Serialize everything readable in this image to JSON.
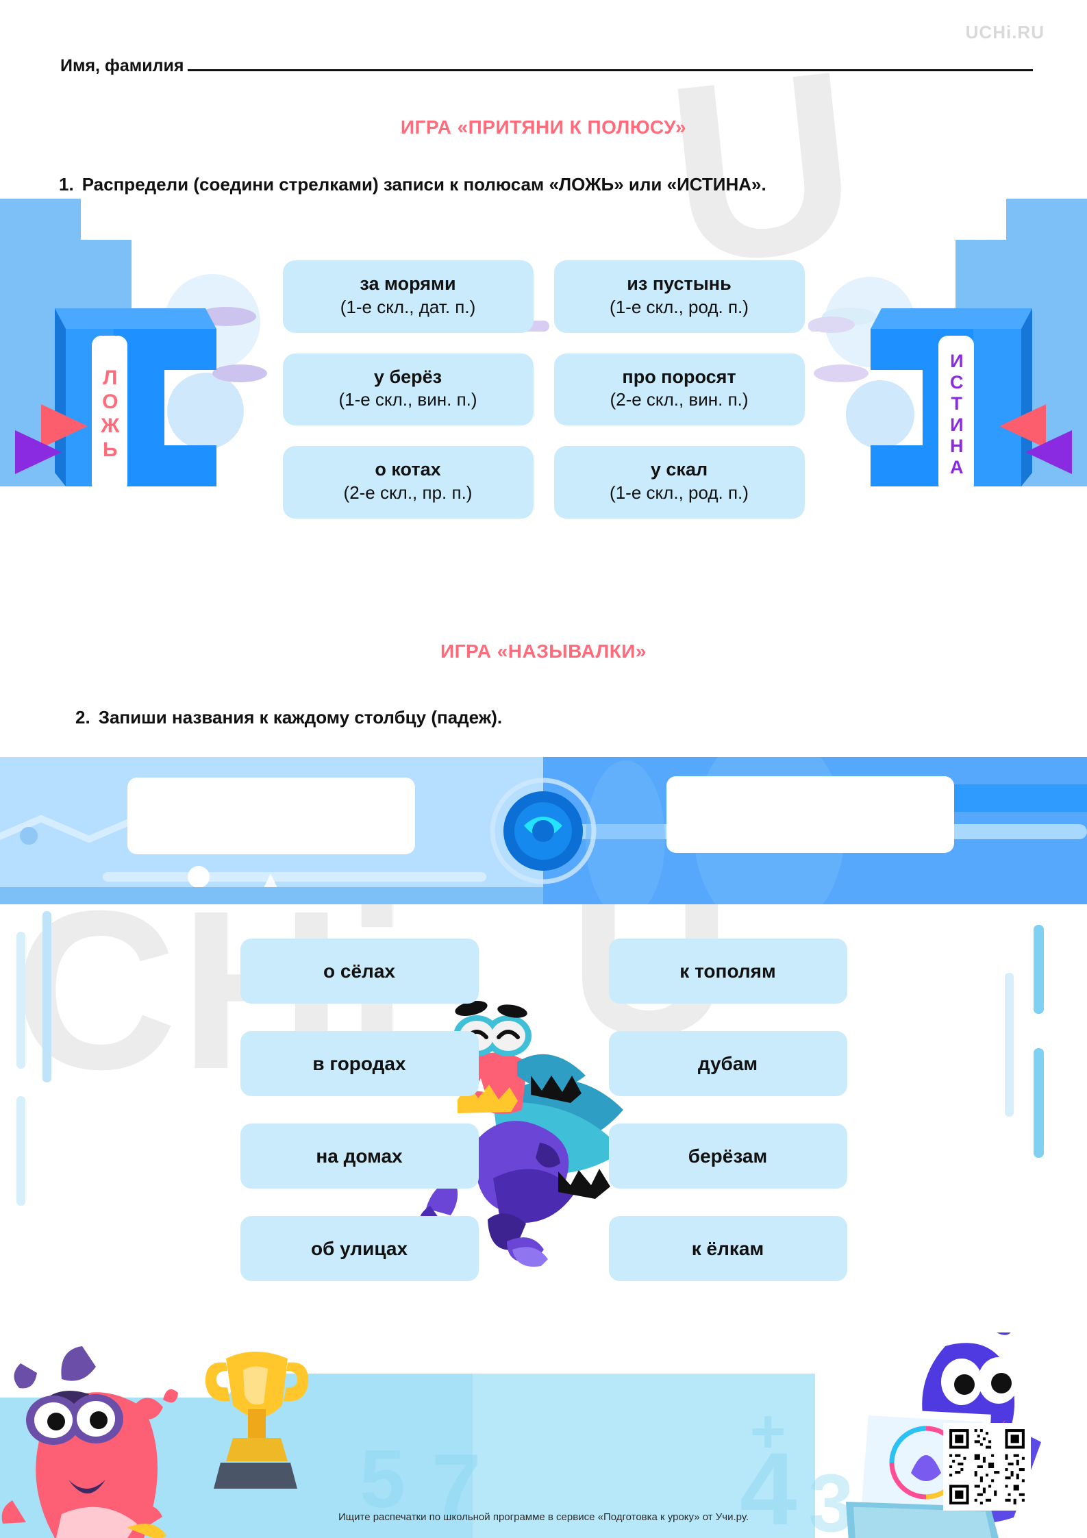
{
  "brand": {
    "logo": "UCHi.RU"
  },
  "header": {
    "name_label": "Имя, фамилия"
  },
  "game1": {
    "title": "ИГРА «ПРИТЯНИ К ПОЛЮСУ»",
    "task_number": "1.",
    "task_text": "Распредели (соедини стрелками) записи к полюсам «ЛОЖЬ» или «ИСТИНА».",
    "pole_left": "ЛОЖЬ",
    "pole_right": "ИСТИНА",
    "pole_left_color": "#ff6b7a",
    "pole_right_color": "#8a2be2",
    "cards": [
      {
        "main": "за морями",
        "sub": "(1-е скл., дат. п.)"
      },
      {
        "main": "из пустынь",
        "sub": "(1-е скл., род. п.)"
      },
      {
        "main": "у берёз",
        "sub": "(1-е скл., вин. п.)"
      },
      {
        "main": "про поросят",
        "sub": "(2-е скл., вин. п.)"
      },
      {
        "main": "о котах",
        "sub": "(2-е скл., пр. п.)"
      },
      {
        "main": "у скал",
        "sub": "(1-е скл., род. п.)"
      }
    ]
  },
  "game2": {
    "title": "ИГРА «НАЗЫВАЛКИ»",
    "task_number": "2.",
    "task_text": "Запиши названия к каждому столбцу (падеж).",
    "answer_1": "",
    "answer_2": "",
    "column_left": [
      "о сёлах",
      "в городах",
      "на домах",
      "об улицах"
    ],
    "column_right": [
      "к тополям",
      "дубам",
      "берёзам",
      "к ёлкам"
    ]
  },
  "footer": {
    "note": "Ищите распечатки по школьной программе в сервисе «Подготовка к уроку» от Учи.ру."
  },
  "watermark": {
    "a": "U",
    "b": "CHi",
    "c": "RU"
  },
  "colors": {
    "accent_pink": "#ff6b7a",
    "card_blue": "#c9ebfb",
    "banner_left": "#b6deff",
    "banner_right": "#55a8fb",
    "magnet_blue": "#1e90ff"
  }
}
